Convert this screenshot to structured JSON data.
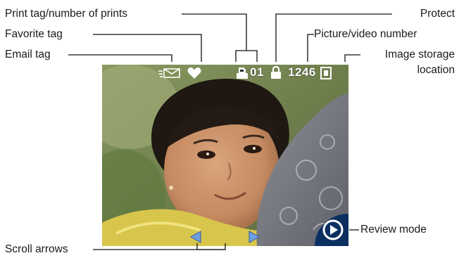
{
  "callouts": {
    "print_tag": "Print tag/number of prints",
    "favorite_tag": "Favorite tag",
    "email_tag": "Email tag",
    "protect": "Protect",
    "picture_number": "Picture/video number",
    "storage_line1": "Image storage",
    "storage_line2": "location",
    "review_mode": "Review mode",
    "scroll_arrows": "Scroll arrows"
  },
  "screen": {
    "print_count": "01",
    "picture_number": "1246"
  },
  "icons": {
    "email": "email-tag-icon",
    "favorite": "heart-icon",
    "print": "printer-icon",
    "protect": "lock-icon",
    "storage": "memory-card-icon",
    "scroll_left": "left-arrow-icon",
    "scroll_right": "right-arrow-icon",
    "review": "play-icon"
  },
  "colors": {
    "screen_text": "#ffffff",
    "scroll_arrow": "#6f9fe0",
    "review_badge": "#0c2f62"
  }
}
